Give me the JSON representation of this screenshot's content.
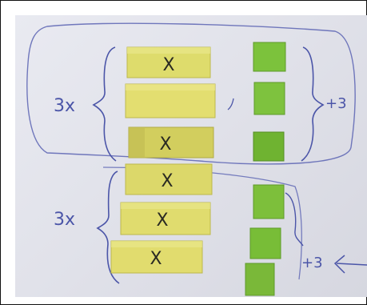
{
  "scene": {
    "top_group_label": "3x",
    "bottom_group_label": "3x",
    "top_constant_label": "+3",
    "bottom_constant_label": "+3",
    "tile_mark": "X"
  },
  "colors": {
    "paper": "#e4e5ec",
    "yellow_tile": "#e1dc6e",
    "green_tile": "#7cbf3a",
    "ink": "#4b55a8",
    "pencil": "#2a2a22"
  }
}
